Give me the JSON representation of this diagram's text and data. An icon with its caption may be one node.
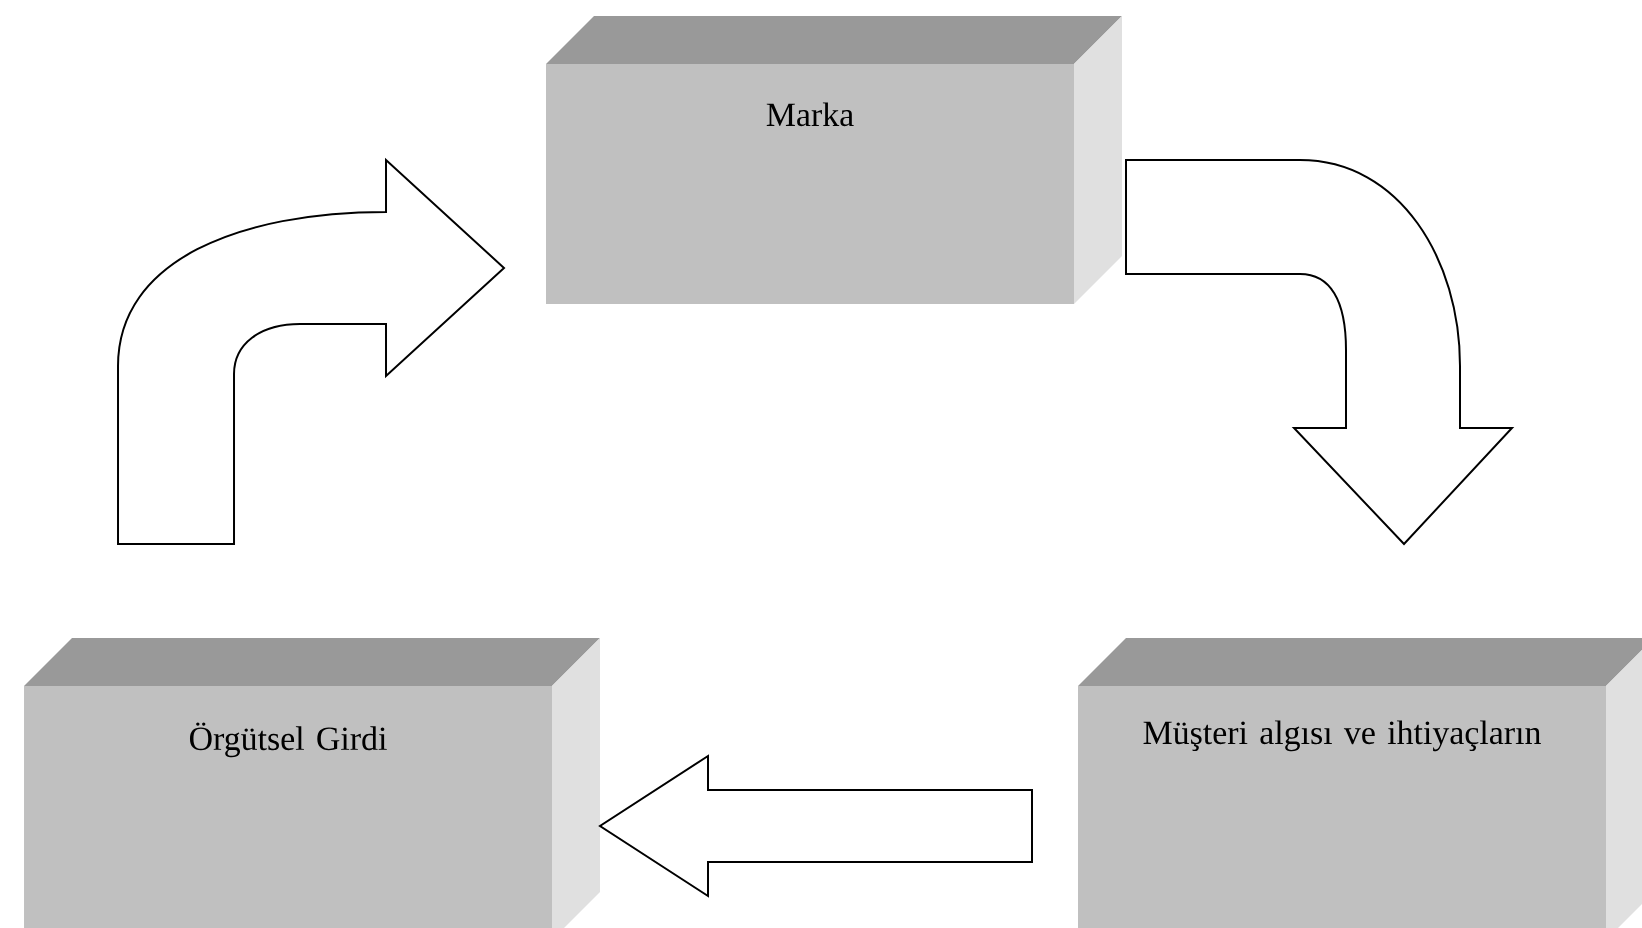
{
  "diagram": {
    "nodes": [
      {
        "text": [
          "Marka"
        ]
      },
      {
        "text": [
          "Müşteri algısı ve ihtiyaçların"
        ]
      },
      {
        "text": [
          "Örgütsel Girdi"
        ]
      }
    ],
    "edges": [
      {
        "from": 0,
        "to": 1,
        "arrow": "to"
      },
      {
        "from": 1,
        "to": 2,
        "arrow": "to"
      },
      {
        "from": 2,
        "to": 0,
        "arrow": "to"
      }
    ]
  }
}
